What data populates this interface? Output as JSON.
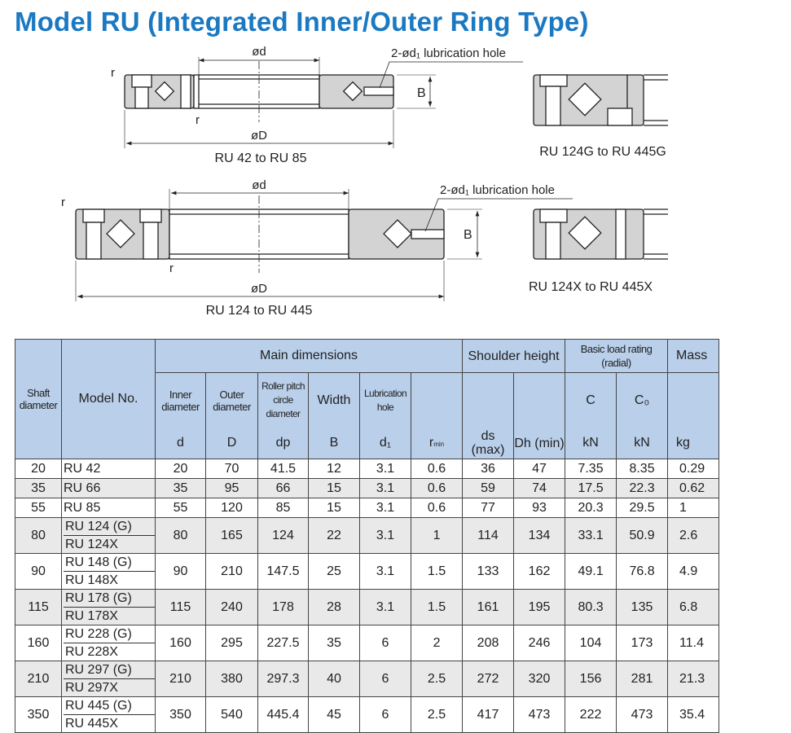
{
  "title": "Model RU (Integrated Inner/Outer Ring Type)",
  "diagrams": {
    "d1": {
      "caption": "RU 42 to RU 85",
      "inner": "ød",
      "outer": "øD",
      "width": "B",
      "radius": "r",
      "lube": "2-ød₁ lubrication hole"
    },
    "d2": {
      "caption": "RU 124G to RU 445G"
    },
    "d3": {
      "caption": "RU 124 to RU 445",
      "inner": "ød",
      "outer": "øD",
      "width": "B",
      "radius": "r",
      "lube": "2-ød₁ lubrication hole"
    },
    "d4": {
      "caption": "RU 124X to RU 445X"
    }
  },
  "table": {
    "headers": {
      "shaft": "Shaft diameter",
      "model": "Model No.",
      "main": "Main dimensions",
      "shoulder": "Shoulder height",
      "load": "Basic load rating (radial)",
      "mass": "Mass",
      "inner": "Inner diameter",
      "outer": "Outer diameter",
      "pitch": "Roller pitch circle diameter",
      "width": "Width",
      "lube": "Lubrication hole",
      "C": "C",
      "C0": "C₀",
      "u_d": "d",
      "u_D": "D",
      "u_dp": "dp",
      "u_B": "B",
      "u_d1": "d₁",
      "u_r": "r",
      "u_rsub": "min",
      "u_ds": "ds (max)",
      "u_Dh": "Dh (min)",
      "u_kN1": "kN",
      "u_kN2": "kN",
      "u_kg": "kg"
    },
    "rows": [
      {
        "shaft": "20",
        "models": [
          "RU 42"
        ],
        "d": "20",
        "D": "70",
        "dp": "41.5",
        "B": "12",
        "d1": "3.1",
        "rmin": "0.6",
        "ds": "36",
        "Dh": "47",
        "C": "7.35",
        "C0": "8.35",
        "mass": "0.29"
      },
      {
        "shaft": "35",
        "models": [
          "RU 66"
        ],
        "d": "35",
        "D": "95",
        "dp": "66",
        "B": "15",
        "d1": "3.1",
        "rmin": "0.6",
        "ds": "59",
        "Dh": "74",
        "C": "17.5",
        "C0": "22.3",
        "mass": "0.62"
      },
      {
        "shaft": "55",
        "models": [
          "RU 85"
        ],
        "d": "55",
        "D": "120",
        "dp": "85",
        "B": "15",
        "d1": "3.1",
        "rmin": "0.6",
        "ds": "77",
        "Dh": "93",
        "C": "20.3",
        "C0": "29.5",
        "mass": "1"
      },
      {
        "shaft": "80",
        "models": [
          "RU 124 (G)",
          "RU 124X"
        ],
        "d": "80",
        "D": "165",
        "dp": "124",
        "B": "22",
        "d1": "3.1",
        "rmin": "1",
        "ds": "114",
        "Dh": "134",
        "C": "33.1",
        "C0": "50.9",
        "mass": "2.6"
      },
      {
        "shaft": "90",
        "models": [
          "RU 148 (G)",
          "RU 148X"
        ],
        "d": "90",
        "D": "210",
        "dp": "147.5",
        "B": "25",
        "d1": "3.1",
        "rmin": "1.5",
        "ds": "133",
        "Dh": "162",
        "C": "49.1",
        "C0": "76.8",
        "mass": "4.9"
      },
      {
        "shaft": "115",
        "models": [
          "RU 178 (G)",
          "RU 178X"
        ],
        "d": "115",
        "D": "240",
        "dp": "178",
        "B": "28",
        "d1": "3.1",
        "rmin": "1.5",
        "ds": "161",
        "Dh": "195",
        "C": "80.3",
        "C0": "135",
        "mass": "6.8"
      },
      {
        "shaft": "160",
        "models": [
          "RU 228 (G)",
          "RU 228X"
        ],
        "d": "160",
        "D": "295",
        "dp": "227.5",
        "B": "35",
        "d1": "6",
        "rmin": "2",
        "ds": "208",
        "Dh": "246",
        "C": "104",
        "C0": "173",
        "mass": "11.4"
      },
      {
        "shaft": "210",
        "models": [
          "RU 297 (G)",
          "RU 297X"
        ],
        "d": "210",
        "D": "380",
        "dp": "297.3",
        "B": "40",
        "d1": "6",
        "rmin": "2.5",
        "ds": "272",
        "Dh": "320",
        "C": "156",
        "C0": "281",
        "mass": "21.3"
      },
      {
        "shaft": "350",
        "models": [
          "RU 445 (G)",
          "RU 445X"
        ],
        "d": "350",
        "D": "540",
        "dp": "445.4",
        "B": "45",
        "d1": "6",
        "rmin": "2.5",
        "ds": "417",
        "Dh": "473",
        "C": "222",
        "C0": "473",
        "mass": "35.4"
      }
    ]
  }
}
